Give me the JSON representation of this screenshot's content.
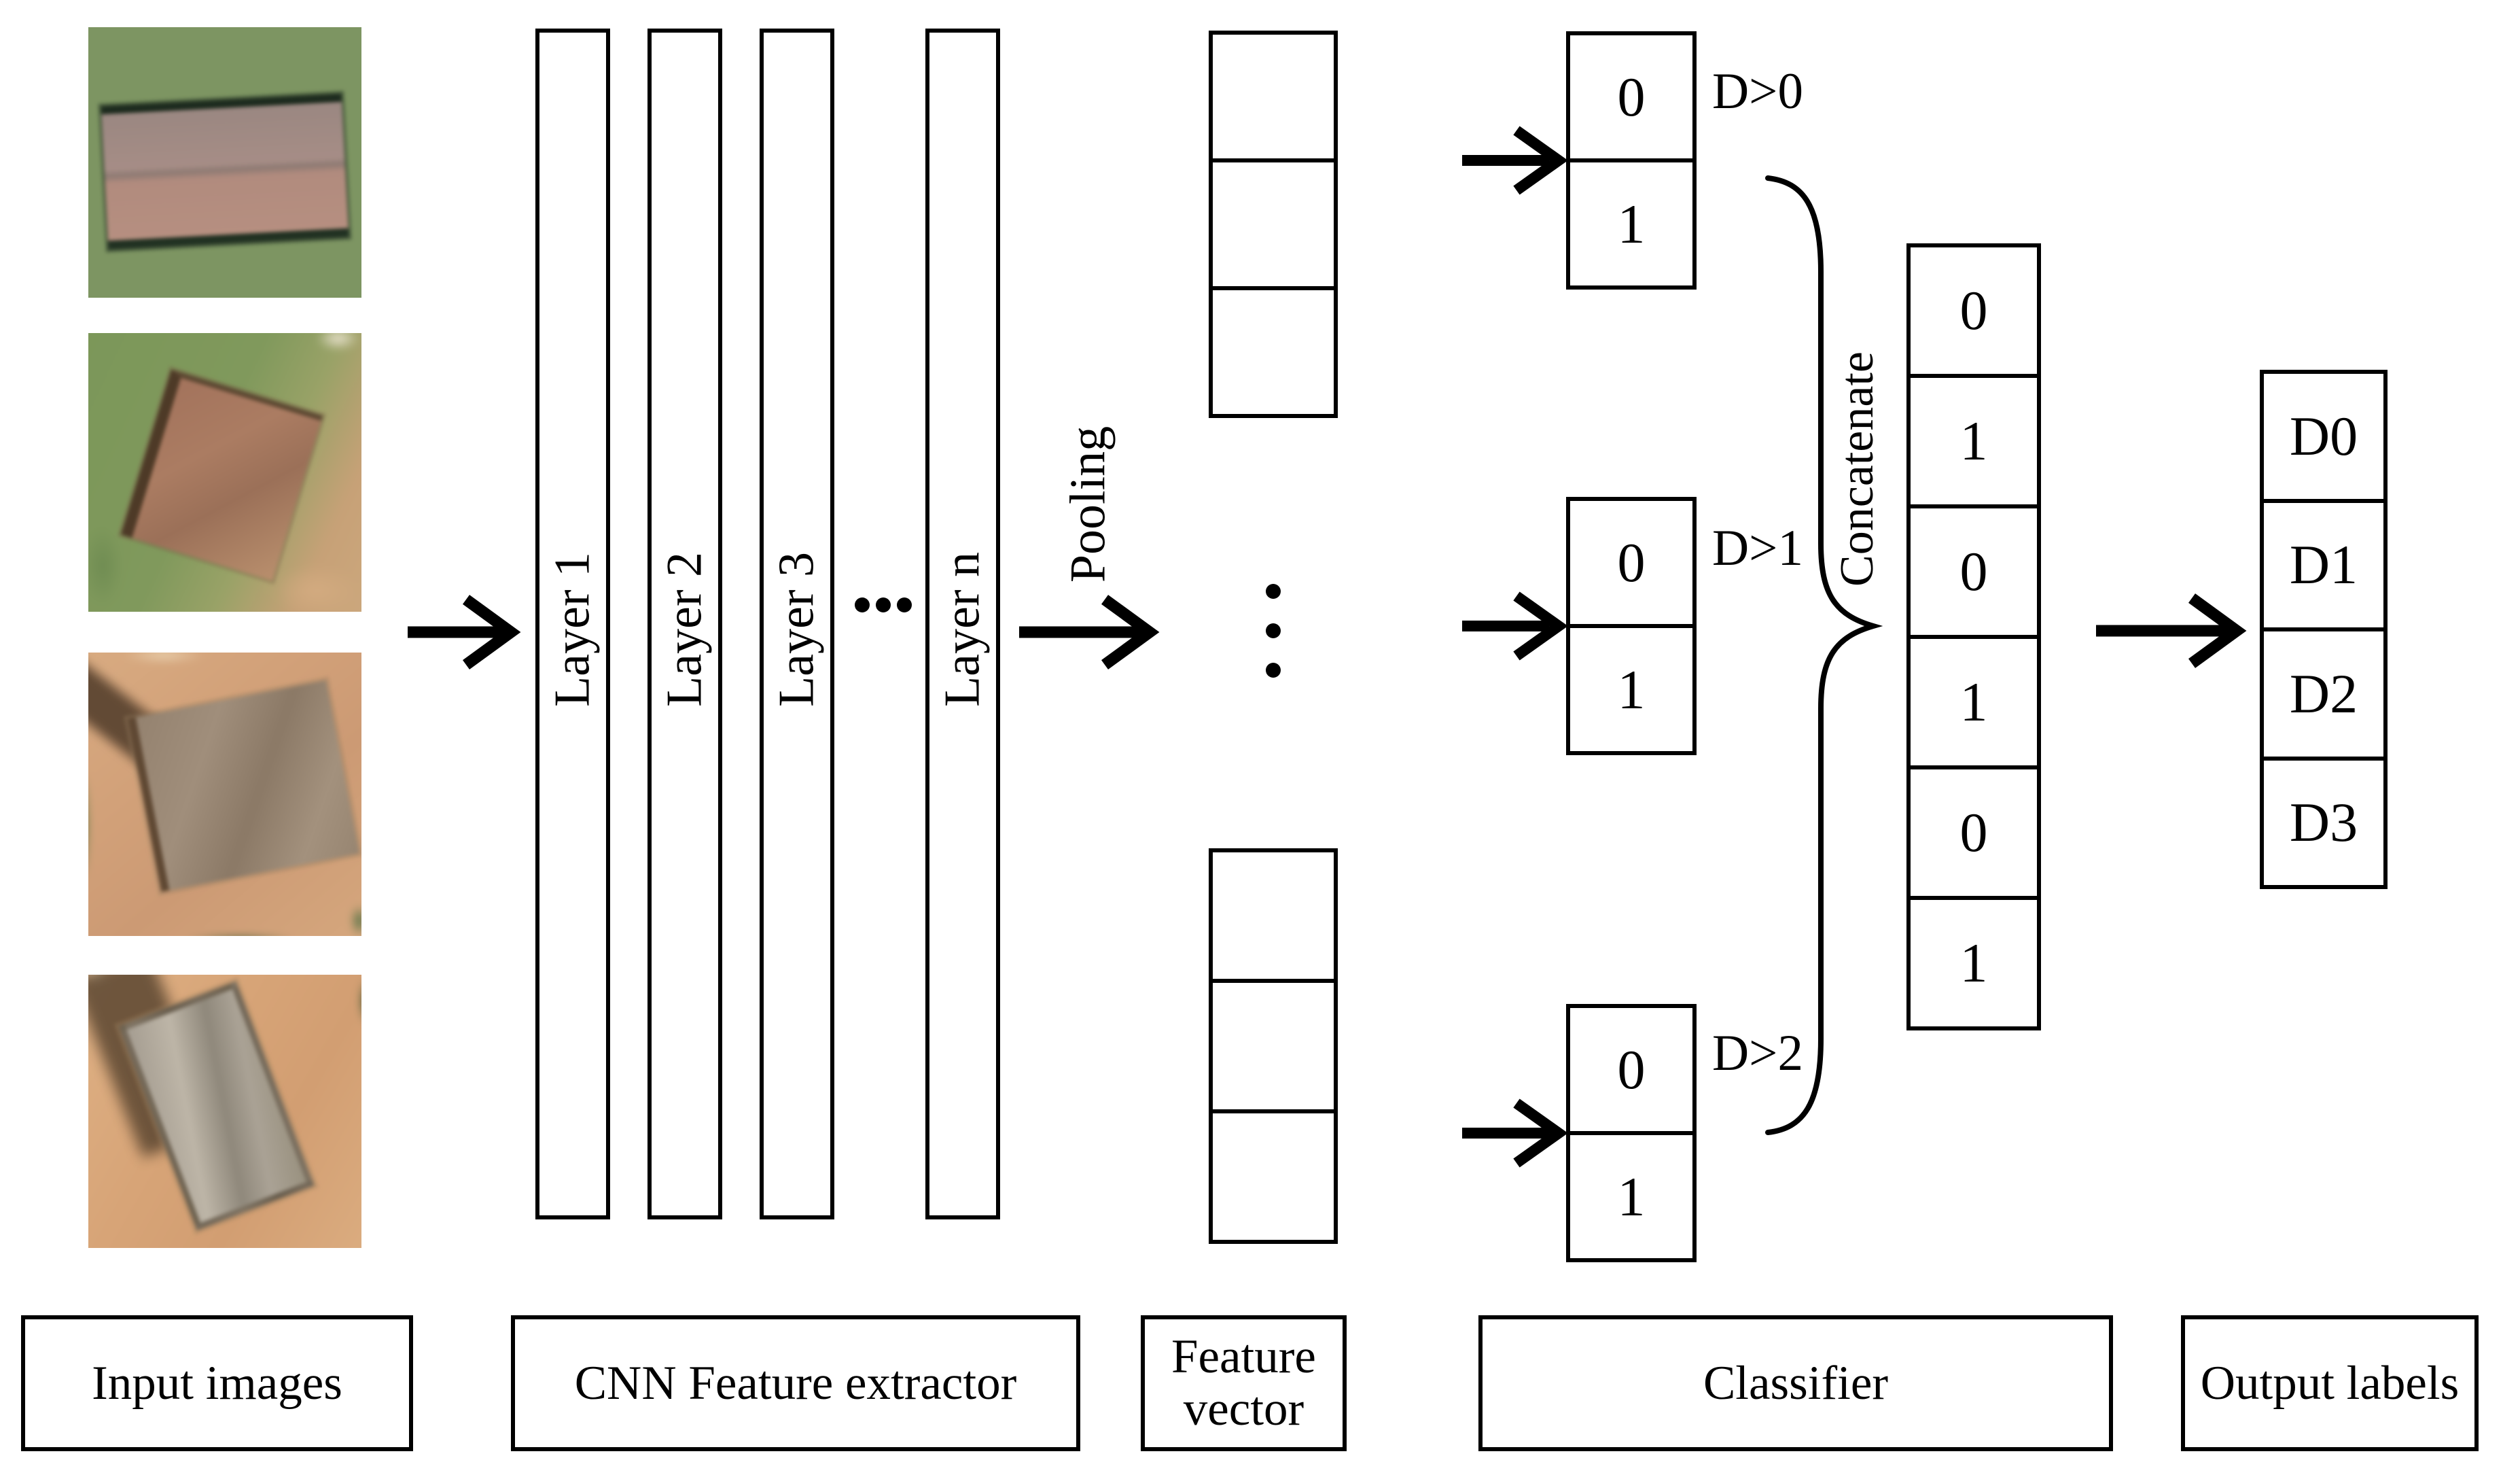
{
  "colors": {
    "line": "#000000",
    "background": "#ffffff"
  },
  "input": {
    "caption": "Input images",
    "images": [
      {
        "description": "aerial view of building with intact two-slope roof among trees"
      },
      {
        "description": "aerial view of building with damaged brown roof on grass and bare earth"
      },
      {
        "description": "aerial view of heavily damaged building reduced to rubble on bare earth"
      },
      {
        "description": "aerial view of collapsed building with grey debris among bare earth and trees"
      }
    ]
  },
  "cnn": {
    "caption": "CNN Feature extractor",
    "layers": [
      {
        "label": "Layer 1"
      },
      {
        "label": "Layer 2"
      },
      {
        "label": "Layer 3"
      },
      {
        "label": "Layer n"
      }
    ]
  },
  "pooling": {
    "label": "Pooling"
  },
  "feature_vector": {
    "caption_line1": "Feature",
    "caption_line2": "vector"
  },
  "classifier": {
    "caption": "Classifier",
    "units": [
      {
        "label": "D>0",
        "cells": [
          "0",
          "1"
        ]
      },
      {
        "label": "D>1",
        "cells": [
          "0",
          "1"
        ]
      },
      {
        "label": "D>2",
        "cells": [
          "0",
          "1"
        ]
      }
    ],
    "concatenate_label": "Concatenate",
    "concatenated_vector": [
      "0",
      "1",
      "0",
      "1",
      "0",
      "1"
    ]
  },
  "output": {
    "caption": "Output labels",
    "labels": [
      "D0",
      "D1",
      "D2",
      "D3"
    ]
  }
}
